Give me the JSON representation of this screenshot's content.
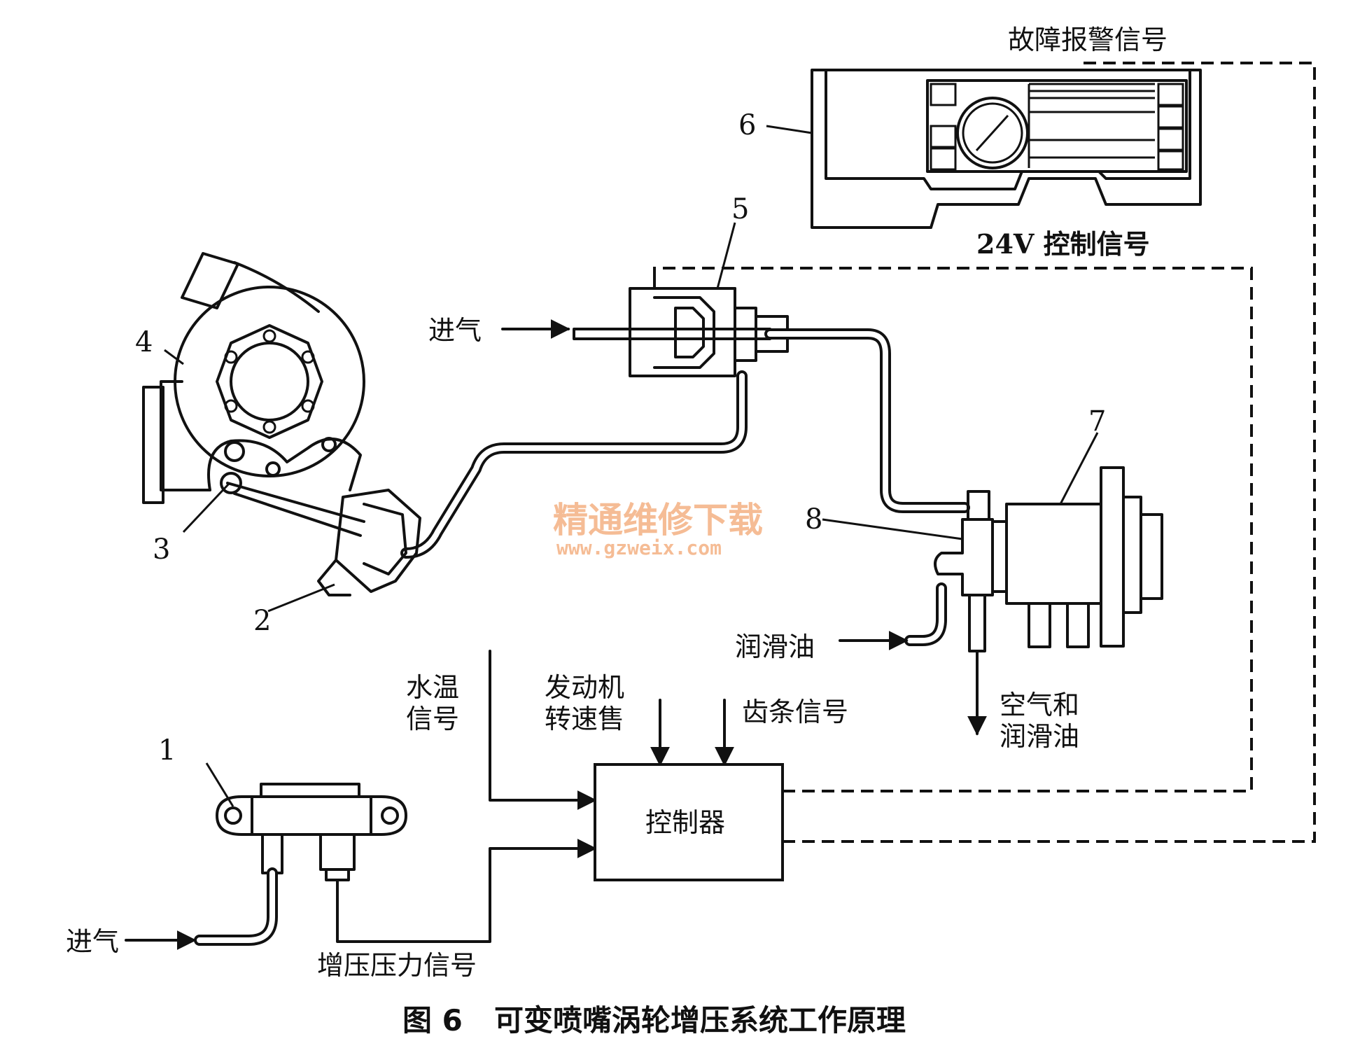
{
  "labels": {
    "fault_alarm": "故障报警信号",
    "control_24v": "24V 控制信号",
    "intake_top": "进气",
    "intake_bottom": "进气",
    "lube_oil": "润滑油",
    "air_and_oil_line1": "空气和",
    "air_and_oil_line2": "润滑油",
    "water_temp_line1": "水温",
    "water_temp_line2": "信号",
    "engine_speed_line1": "发动机",
    "engine_speed_line2": "转速售",
    "rack_signal": "齿条信号",
    "controller": "控制器",
    "boost_pressure": "增压压力信号"
  },
  "numbers": {
    "n1": "1",
    "n2": "2",
    "n3": "3",
    "n4": "4",
    "n5": "5",
    "n6": "6",
    "n7": "7",
    "n8": "8"
  },
  "caption": {
    "fig": "图 6",
    "title": "可变喷嘴涡轮增压系统工作原理"
  },
  "watermark": {
    "line1": "精通维修下载",
    "line2": "www.gzweix.com"
  },
  "colors": {
    "ink": "#111111",
    "watermark": "#f4b183"
  }
}
